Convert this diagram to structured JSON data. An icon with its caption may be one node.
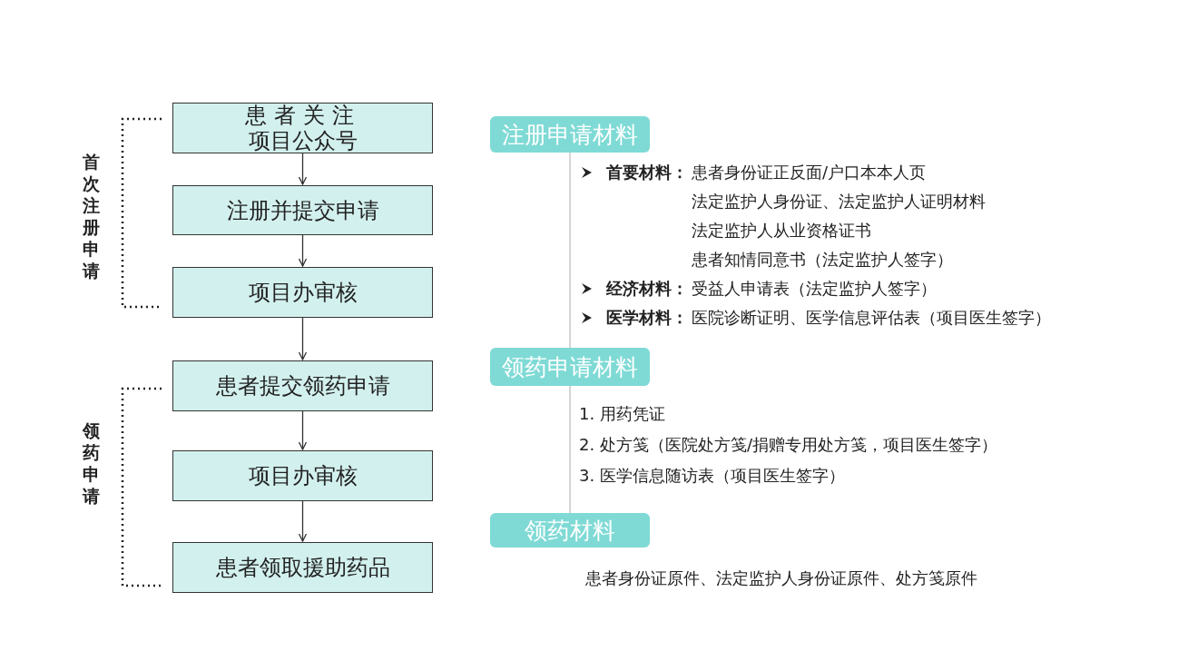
{
  "diagram": {
    "nodes": [
      {
        "text": [
          "患者关注项目公众号"
        ]
      },
      {
        "text": [
          "注册并提交申请"
        ]
      },
      {
        "text": [
          "项目办审核"
        ]
      },
      {
        "text": [
          "患者提交领药申请"
        ]
      },
      {
        "text": [
          "项目办审核"
        ]
      },
      {
        "text": [
          "患者领取援助药品"
        ]
      },
      {
        "text": [
          "注册申请材料"
        ]
      },
      {
        "text": [
          "领药申请材料"
        ]
      },
      {
        "text": [
          "领药材料"
        ]
      }
    ],
    "edges": [
      {
        "from": 0,
        "to": 1,
        "arrow": "to"
      },
      {
        "from": 1,
        "to": 2,
        "arrow": "to"
      },
      {
        "from": 2,
        "to": 3,
        "arrow": "to"
      },
      {
        "from": 3,
        "to": 4,
        "arrow": "to"
      },
      {
        "from": 4,
        "to": 5,
        "arrow": "to"
      },
      {
        "from": 6,
        "to": 7,
        "arrow": "none",
        "color": "#bfbfbf"
      },
      {
        "from": 7,
        "to": 8,
        "arrow": "none",
        "color": "#bfbfbf"
      }
    ],
    "labels": [
      "首次注册申请",
      "领药申请",
      "**首要材料：**患者身份证正反面/户口本本人页",
      "法定监护人身份证、法定监护人证明材料",
      "法定监护人从业资格证书",
      "患者知情同意书（法定监护人签字）",
      "**经济材料：**受益人申请表（法定监护人签字）",
      "**医学材料：**医院诊断证明、医学信息评估表（项目医生签字）",
      "1. 用药凭证",
      "2. 处方笺（医院处方笺/捐赠专用处方笺，项目医生签字）",
      "3. 医学信息随访表（项目医生签字）",
      "患者身份证原件、法定监护人身份证原件、处方笺原件"
    ]
  }
}
